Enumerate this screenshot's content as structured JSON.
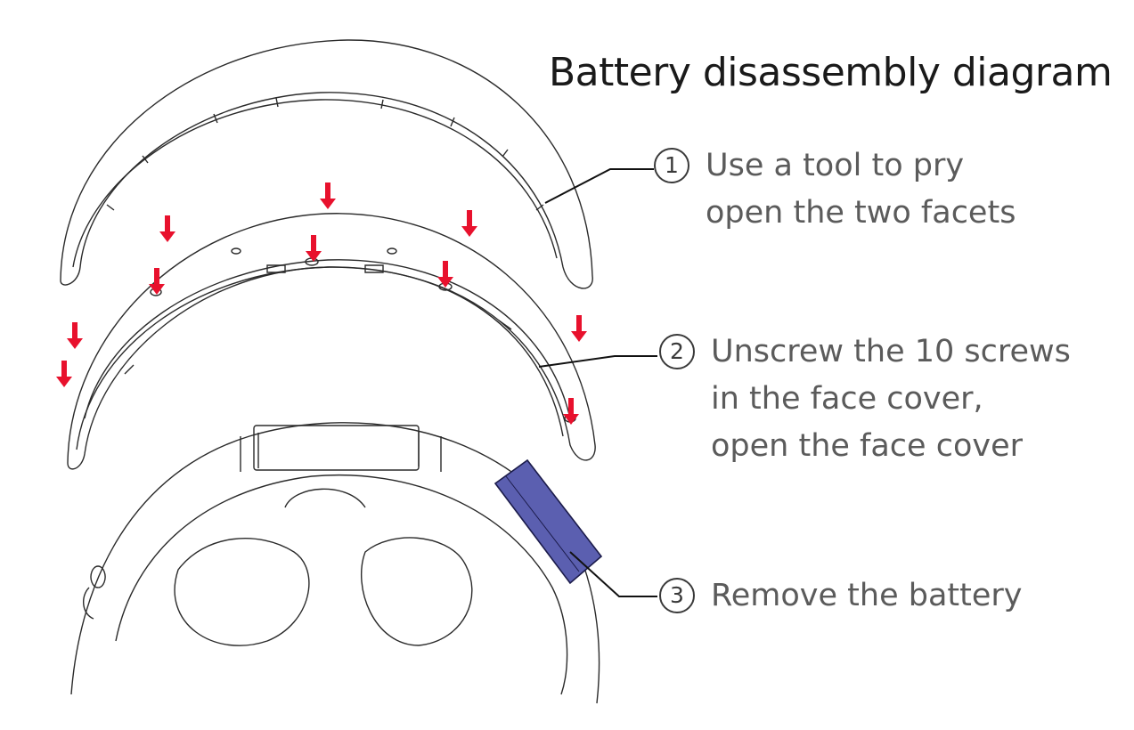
{
  "title": "Battery disassembly diagram",
  "steps": [
    {
      "number": "1",
      "lines": [
        "Use a tool to pry",
        "open the two facets"
      ]
    },
    {
      "number": "2",
      "lines": [
        "Unscrew the 10 screws",
        "in the face cover,",
        "open the face cover"
      ]
    },
    {
      "number": "3",
      "lines": [
        "Remove the battery"
      ]
    }
  ],
  "colors": {
    "outline": "#2b2b2b",
    "arrow": "#e8112d",
    "battery": "#5b5fb0",
    "text": "#5b5b5b"
  }
}
